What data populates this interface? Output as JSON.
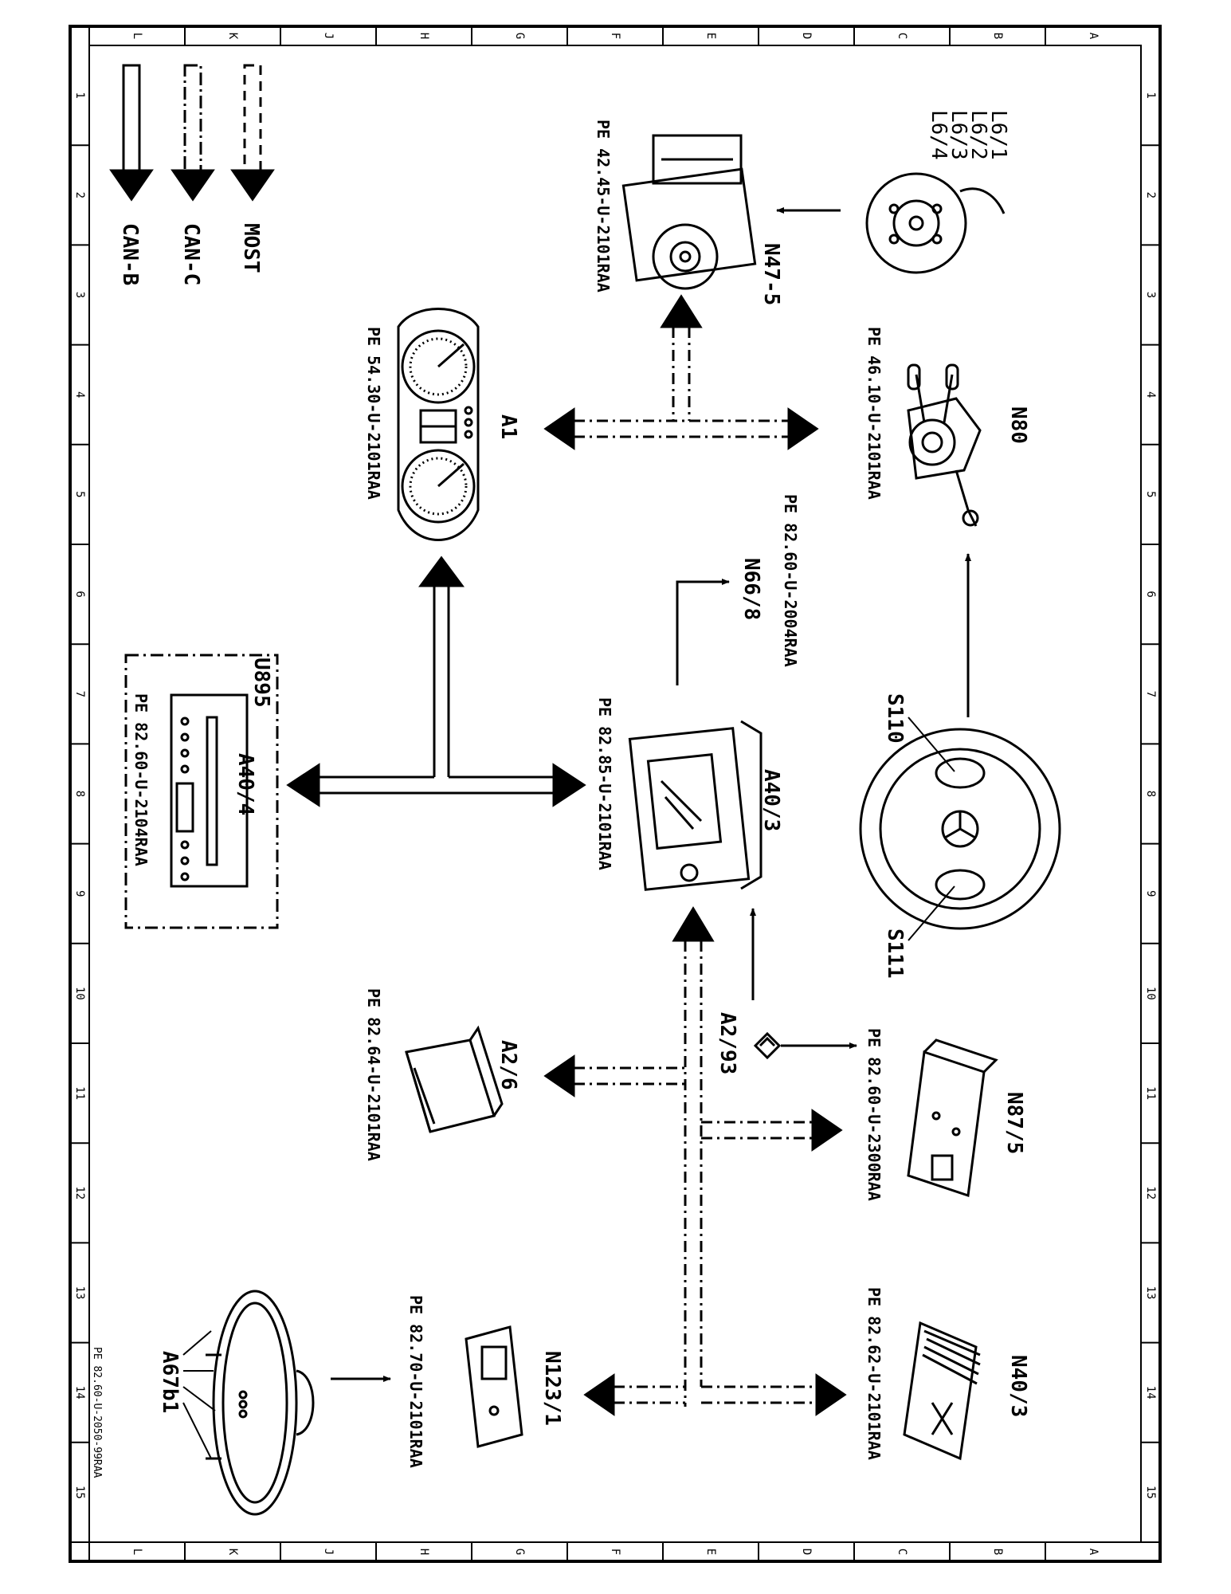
{
  "doc_id": "PE 82.60-U-2050-99RAA",
  "grid": {
    "letters": [
      "A",
      "B",
      "C",
      "D",
      "E",
      "F",
      "G",
      "H",
      "J",
      "K",
      "L"
    ],
    "numbers": [
      "1",
      "2",
      "3",
      "4",
      "5",
      "6",
      "7",
      "8",
      "9",
      "10",
      "11",
      "12",
      "13",
      "14",
      "15"
    ]
  },
  "legend": [
    {
      "key": "most",
      "label": "MOST"
    },
    {
      "key": "canc",
      "label": "CAN-C"
    },
    {
      "key": "canb",
      "label": "CAN-B"
    }
  ],
  "components": {
    "L6": {
      "labels": [
        "L6/1",
        "L6/2",
        "L6/3",
        "L6/4"
      ]
    },
    "N47_5": {
      "label": "N47-5",
      "ref": "PE 42.45-U-2101RAA"
    },
    "N80": {
      "label": "N80",
      "ref": "PE 46.10-U-2101RAA"
    },
    "A1": {
      "label": "A1",
      "ref": "PE 54.30-U-2101RAA"
    },
    "N66_8": {
      "label": "N66/8",
      "ref": "PE 82.60-U-2004RAA"
    },
    "S110": {
      "label": "S110"
    },
    "S111": {
      "label": "S111"
    },
    "A40_3": {
      "label": "A40/3",
      "ref": "PE 82.85-U-2101RAA"
    },
    "U895": {
      "label": "U895"
    },
    "A40_4": {
      "label": "A40/4",
      "ref": "PE 82.60-U-2104RAA"
    },
    "N87_5": {
      "label": "N87/5",
      "ref": "PE 82.60-U-2300RAA"
    },
    "A2_93": {
      "label": "A2/93"
    },
    "A2_6": {
      "label": "A2/6",
      "ref": "PE 82.64-U-2101RAA"
    },
    "N40_3": {
      "label": "N40/3",
      "ref": "PE 82.62-U-2101RAA"
    },
    "N123_1": {
      "label": "N123/1",
      "ref": "PE 82.70-U-2101RAA"
    },
    "A67b1": {
      "label": "A67b1"
    }
  }
}
